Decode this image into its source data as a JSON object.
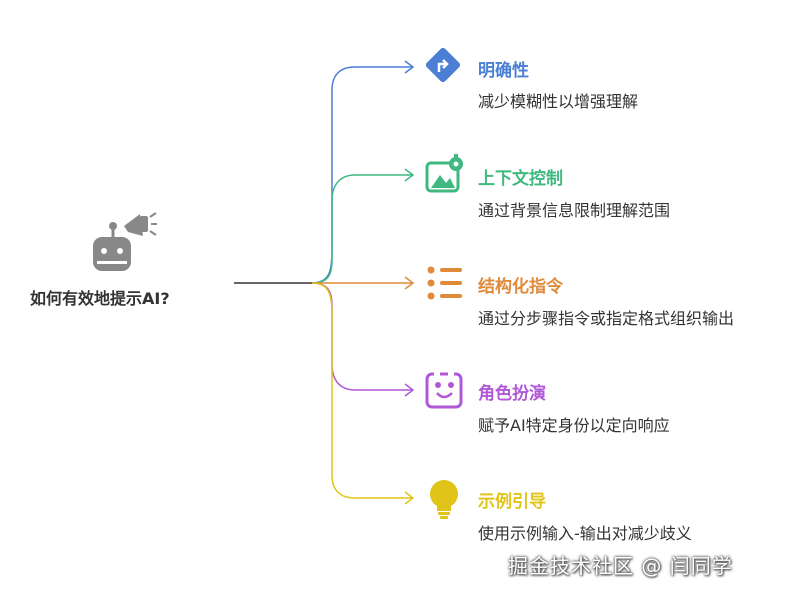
{
  "root": {
    "label": "如何有效地提示AI?",
    "icon": "robot-megaphone-icon",
    "color": "#888888"
  },
  "branches": [
    {
      "title": "明确性",
      "description": "减少模糊性以增强理解",
      "icon": "direction-sign-icon",
      "color": "#4a7fd4"
    },
    {
      "title": "上下文控制",
      "description": "通过背景信息限制理解范围",
      "icon": "image-frame-icon",
      "color": "#3fb97f"
    },
    {
      "title": "结构化指令",
      "description": "通过分步骤指令或指定格式组织输出",
      "icon": "list-icon",
      "color": "#e08a3a"
    },
    {
      "title": "角色扮演",
      "description": "赋予AI特定身份以定向响应",
      "icon": "theater-mask-icon",
      "color": "#b058d6"
    },
    {
      "title": "示例引导",
      "description": "使用示例输入-输出对减少歧义",
      "icon": "lightbulb-icon",
      "color": "#e0c418"
    }
  ],
  "watermark": "掘金技术社区 @ 闫同学"
}
